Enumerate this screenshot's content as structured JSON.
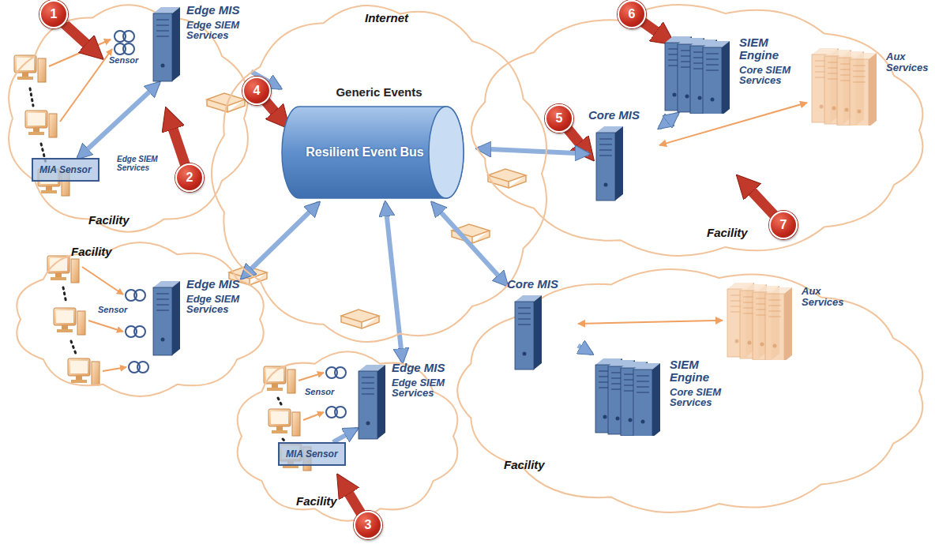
{
  "diagram": {
    "nodes": [
      {
        "text": [
          "Facility"
        ]
      },
      {
        "text": [
          "Edge MIS",
          "Edge SIEM Services"
        ],
        "in": 0
      },
      {
        "text": [
          "MIA Sensor"
        ],
        "in": 0
      },
      {
        "text": [
          "Facility"
        ]
      },
      {
        "text": [
          "Edge MIS",
          "Edge SIEM Services"
        ],
        "in": 3
      },
      {
        "text": [
          "Facility"
        ]
      },
      {
        "text": [
          "Edge MIS",
          "Edge SIEM Services"
        ],
        "in": 5
      },
      {
        "text": [
          "MIA Sensor"
        ],
        "in": 5
      },
      {
        "text": [
          "Internet"
        ]
      },
      {
        "text": [
          "Generic Events",
          "Resilient Event Bus"
        ],
        "in": 8
      },
      {
        "text": [
          "Facility"
        ]
      },
      {
        "text": [
          "Core MIS"
        ],
        "in": 10
      },
      {
        "text": [
          "SIEM Engine",
          "Core SIEM Services"
        ],
        "in": 10
      },
      {
        "text": [
          "Aux Services"
        ],
        "in": 10
      },
      {
        "text": [
          "Facility"
        ]
      },
      {
        "text": [
          "Core MIS"
        ],
        "in": 14
      },
      {
        "text": [
          "SIEM Engine",
          "Core SIEM Services"
        ],
        "in": 14
      },
      {
        "text": [
          "Aux Services"
        ],
        "in": 14
      }
    ],
    "edges": [
      {
        "from": 2,
        "to": 1,
        "arrow": "both"
      },
      {
        "from": 1,
        "to": 9,
        "arrow": "to"
      },
      {
        "from": 4,
        "to": 9,
        "arrow": "both"
      },
      {
        "from": 7,
        "to": 6,
        "arrow": "to"
      },
      {
        "from": 6,
        "to": 9,
        "arrow": "both"
      },
      {
        "from": 9,
        "to": 11,
        "arrow": "both"
      },
      {
        "from": 11,
        "to": 12,
        "arrow": "both"
      },
      {
        "from": 13,
        "to": 11,
        "arrow": "both"
      },
      {
        "from": 9,
        "to": 15,
        "arrow": "both"
      },
      {
        "from": 15,
        "to": 16,
        "arrow": "to"
      },
      {
        "from": 17,
        "to": 15,
        "arrow": "both"
      }
    ],
    "labels": [
      "Sensor",
      "Edge SIEM Services",
      "Sensor",
      "Sensor",
      "1",
      "2",
      "3",
      "4",
      "5",
      "6",
      "7"
    ]
  }
}
